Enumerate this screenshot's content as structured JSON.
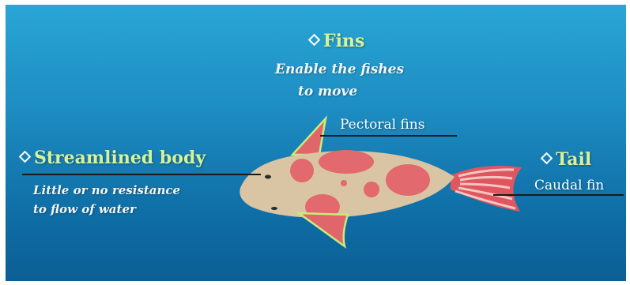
{
  "fins": {
    "heading": "Fins",
    "description_line1": "Enable the fishes",
    "description_line2": "to move"
  },
  "streamlined": {
    "heading": "Streamlined body",
    "description_line1": "Little or no resistance",
    "description_line2": "to flow of water"
  },
  "tail": {
    "heading": "Tail",
    "label": "Caudal fin"
  },
  "pectoral": {
    "label": "Pectoral fins"
  },
  "colors": {
    "water_top": "#2aa7d6",
    "water_bottom": "#0b5e93",
    "heading": "#d7f29a",
    "fish_body": "#d9c4a3",
    "fish_spots": "#e2696d",
    "fin_outline": "#c8ec7a",
    "tail_red": "#e05660",
    "tail_stripe": "#f3c7c0",
    "leader_line": "#1a1a1a"
  }
}
